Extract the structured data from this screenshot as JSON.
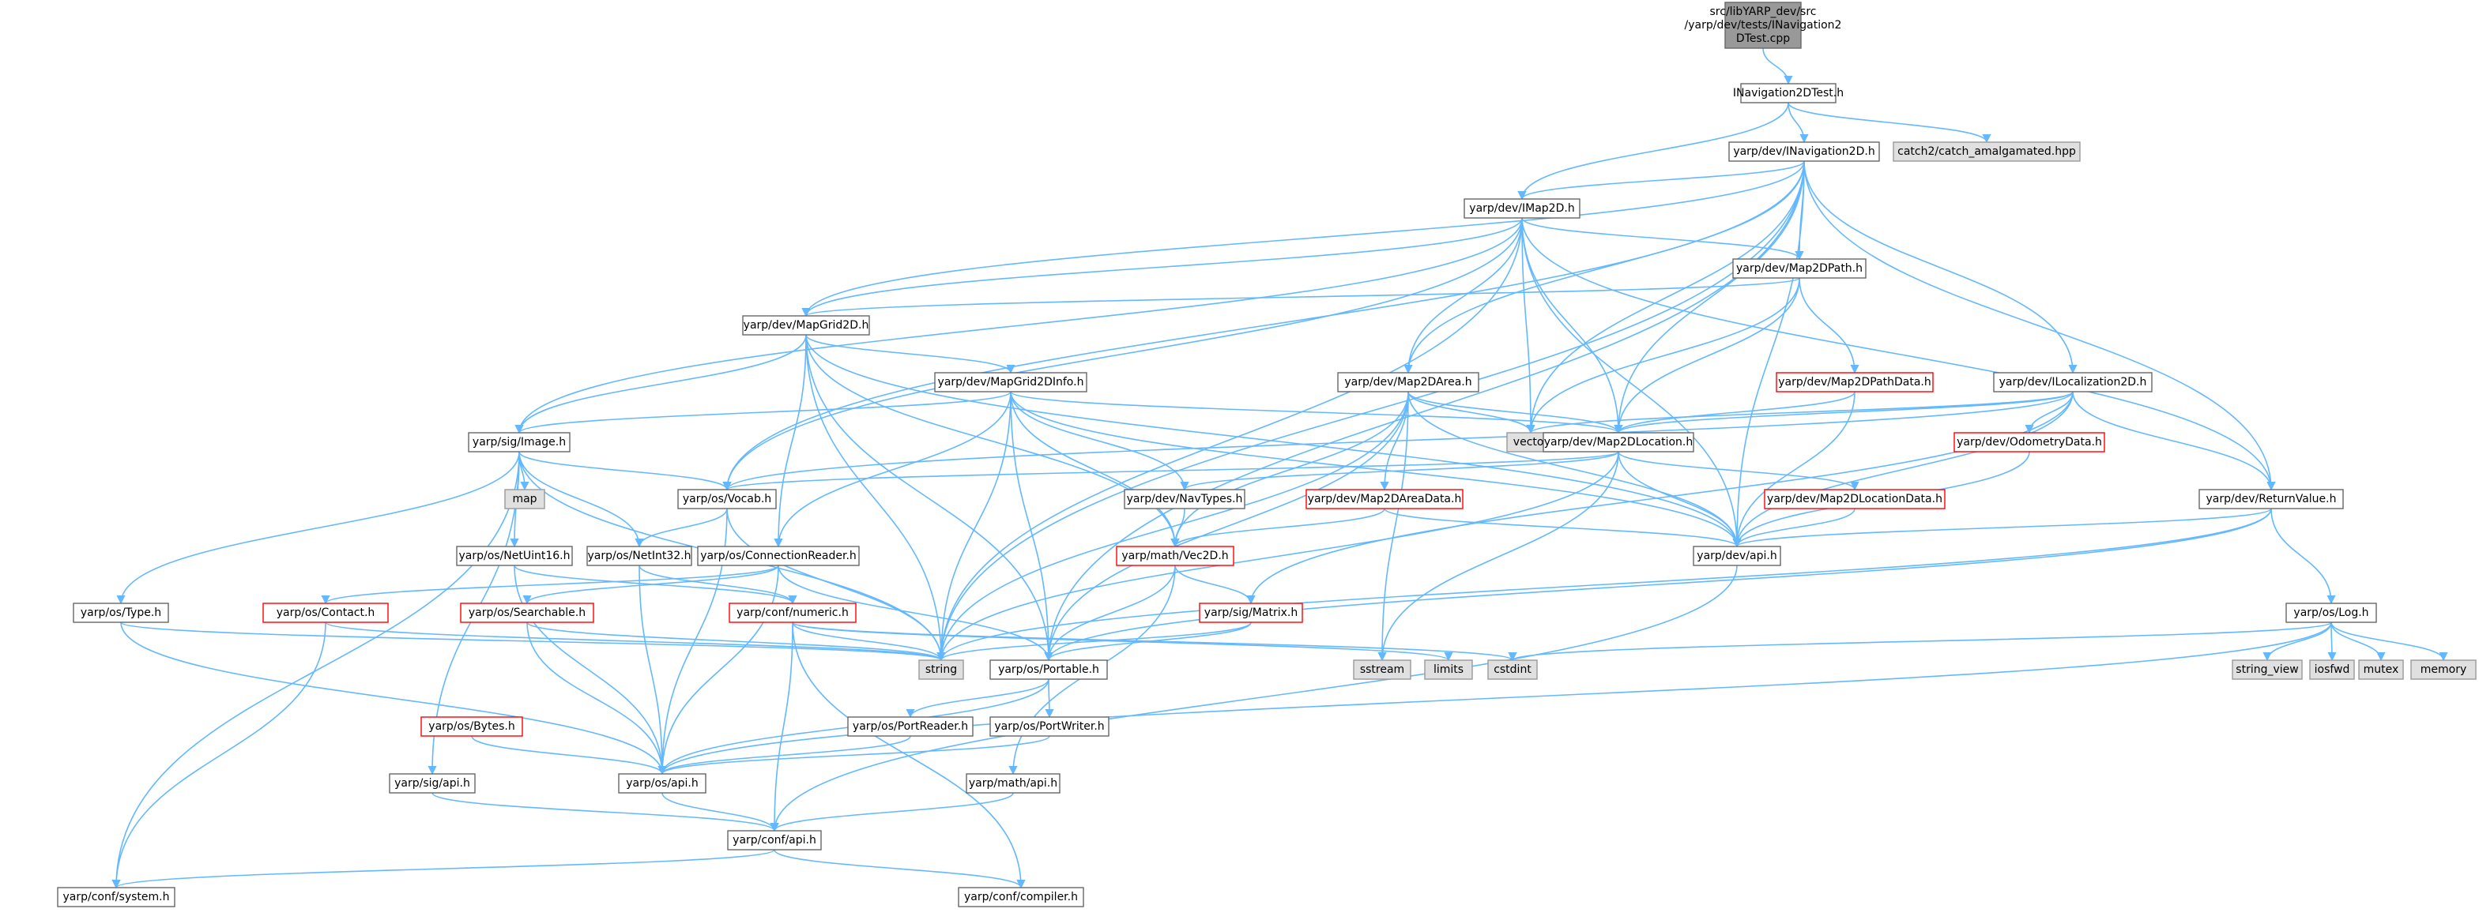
{
  "colors": {
    "edge": "#63b8ff",
    "root_fill": "#999999",
    "default_stroke": "#666666",
    "truncated_stroke": "#ff0000",
    "external_fill": "#e0e0e0",
    "external_stroke": "#999999"
  },
  "nodes": [
    {
      "id": "root",
      "lines": [
        "src/libYARP_dev/src",
        "/yarp/dev/tests/INavigation2",
        "DTest.cpp"
      ],
      "kind": "root"
    },
    {
      "id": "inav2dtest",
      "lines": [
        "INavigation2DTest.h"
      ],
      "kind": "normal"
    },
    {
      "id": "inav2d",
      "lines": [
        "yarp/dev/INavigation2D.h"
      ],
      "kind": "normal"
    },
    {
      "id": "catch2",
      "lines": [
        "catch2/catch_amalgamated.hpp"
      ],
      "kind": "external"
    },
    {
      "id": "imap2d",
      "lines": [
        "yarp/dev/IMap2D.h"
      ],
      "kind": "normal"
    },
    {
      "id": "map2dpath",
      "lines": [
        "yarp/dev/Map2DPath.h"
      ],
      "kind": "normal"
    },
    {
      "id": "mapgrid2d",
      "lines": [
        "yarp/dev/MapGrid2D.h"
      ],
      "kind": "normal"
    },
    {
      "id": "mapgrid2dinfo",
      "lines": [
        "yarp/dev/MapGrid2DInfo.h"
      ],
      "kind": "normal"
    },
    {
      "id": "map2darea",
      "lines": [
        "yarp/dev/Map2DArea.h"
      ],
      "kind": "normal"
    },
    {
      "id": "map2dpathdata",
      "lines": [
        "yarp/dev/Map2DPathData.h"
      ],
      "kind": "truncated"
    },
    {
      "id": "ilocalization2d",
      "lines": [
        "yarp/dev/ILocalization2D.h"
      ],
      "kind": "normal"
    },
    {
      "id": "image",
      "lines": [
        "yarp/sig/Image.h"
      ],
      "kind": "normal"
    },
    {
      "id": "vector",
      "lines": [
        "vector"
      ],
      "kind": "external"
    },
    {
      "id": "map2dlocation",
      "lines": [
        "yarp/dev/Map2DLocation.h"
      ],
      "kind": "normal"
    },
    {
      "id": "odometrydata",
      "lines": [
        "yarp/dev/OdometryData.h"
      ],
      "kind": "truncated"
    },
    {
      "id": "map",
      "lines": [
        "map"
      ],
      "kind": "external"
    },
    {
      "id": "vocab",
      "lines": [
        "yarp/os/Vocab.h"
      ],
      "kind": "normal"
    },
    {
      "id": "navtypes",
      "lines": [
        "yarp/dev/NavTypes.h"
      ],
      "kind": "normal"
    },
    {
      "id": "map2dareadata",
      "lines": [
        "yarp/dev/Map2DAreaData.h"
      ],
      "kind": "truncated"
    },
    {
      "id": "map2dlocationdata",
      "lines": [
        "yarp/dev/Map2DLocationData.h"
      ],
      "kind": "truncated"
    },
    {
      "id": "returnvalue",
      "lines": [
        "yarp/dev/ReturnValue.h"
      ],
      "kind": "normal"
    },
    {
      "id": "netuint16",
      "lines": [
        "yarp/os/NetUint16.h"
      ],
      "kind": "normal"
    },
    {
      "id": "netint32",
      "lines": [
        "yarp/os/NetInt32.h"
      ],
      "kind": "normal"
    },
    {
      "id": "connectionreader",
      "lines": [
        "yarp/os/ConnectionReader.h"
      ],
      "kind": "normal"
    },
    {
      "id": "vec2d",
      "lines": [
        "yarp/math/Vec2D.h"
      ],
      "kind": "truncated"
    },
    {
      "id": "devapi",
      "lines": [
        "yarp/dev/api.h"
      ],
      "kind": "normal"
    },
    {
      "id": "ostype",
      "lines": [
        "yarp/os/Type.h"
      ],
      "kind": "normal"
    },
    {
      "id": "contact",
      "lines": [
        "yarp/os/Contact.h"
      ],
      "kind": "truncated"
    },
    {
      "id": "searchable",
      "lines": [
        "yarp/os/Searchable.h"
      ],
      "kind": "truncated"
    },
    {
      "id": "numeric",
      "lines": [
        "yarp/conf/numeric.h"
      ],
      "kind": "truncated"
    },
    {
      "id": "matrix",
      "lines": [
        "yarp/sig/Matrix.h"
      ],
      "kind": "truncated"
    },
    {
      "id": "log",
      "lines": [
        "yarp/os/Log.h"
      ],
      "kind": "normal"
    },
    {
      "id": "string",
      "lines": [
        "string"
      ],
      "kind": "external"
    },
    {
      "id": "portable",
      "lines": [
        "yarp/os/Portable.h"
      ],
      "kind": "normal"
    },
    {
      "id": "sstream",
      "lines": [
        "sstream"
      ],
      "kind": "external"
    },
    {
      "id": "limits",
      "lines": [
        "limits"
      ],
      "kind": "external"
    },
    {
      "id": "cstdint",
      "lines": [
        "cstdint"
      ],
      "kind": "external"
    },
    {
      "id": "string_view",
      "lines": [
        "string_view"
      ],
      "kind": "external"
    },
    {
      "id": "iosfwd",
      "lines": [
        "iosfwd"
      ],
      "kind": "external"
    },
    {
      "id": "mutex",
      "lines": [
        "mutex"
      ],
      "kind": "external"
    },
    {
      "id": "memory",
      "lines": [
        "memory"
      ],
      "kind": "external"
    },
    {
      "id": "bytes",
      "lines": [
        "yarp/os/Bytes.h"
      ],
      "kind": "truncated"
    },
    {
      "id": "portreader",
      "lines": [
        "yarp/os/PortReader.h"
      ],
      "kind": "normal"
    },
    {
      "id": "portwriter",
      "lines": [
        "yarp/os/PortWriter.h"
      ],
      "kind": "normal"
    },
    {
      "id": "osapi",
      "lines": [
        "yarp/os/api.h"
      ],
      "kind": "normal"
    },
    {
      "id": "sigapi",
      "lines": [
        "yarp/sig/api.h"
      ],
      "kind": "normal"
    },
    {
      "id": "mathapi",
      "lines": [
        "yarp/math/api.h"
      ],
      "kind": "normal"
    },
    {
      "id": "confapi",
      "lines": [
        "yarp/conf/api.h"
      ],
      "kind": "normal"
    },
    {
      "id": "system",
      "lines": [
        "yarp/conf/system.h"
      ],
      "kind": "normal"
    },
    {
      "id": "compiler",
      "lines": [
        "yarp/conf/compiler.h"
      ],
      "kind": "normal"
    }
  ],
  "edges": [
    [
      "root",
      "inav2dtest"
    ],
    [
      "inav2dtest",
      "inav2d"
    ],
    [
      "inav2dtest",
      "catch2"
    ],
    [
      "inav2dtest",
      "imap2d"
    ],
    [
      "inav2d",
      "imap2d"
    ],
    [
      "inav2d",
      "map2dpath"
    ],
    [
      "inav2d",
      "mapgrid2d"
    ],
    [
      "inav2d",
      "map2darea"
    ],
    [
      "inav2d",
      "ilocalization2d"
    ],
    [
      "inav2d",
      "map2dlocation"
    ],
    [
      "inav2d",
      "vector"
    ],
    [
      "inav2d",
      "returnvalue"
    ],
    [
      "inav2d",
      "vocab"
    ],
    [
      "inav2d",
      "devapi"
    ],
    [
      "inav2d",
      "string"
    ],
    [
      "inav2d",
      "portable"
    ],
    [
      "imap2d",
      "map2dpath"
    ],
    [
      "imap2d",
      "mapgrid2d"
    ],
    [
      "imap2d",
      "map2darea"
    ],
    [
      "imap2d",
      "map2dlocation"
    ],
    [
      "imap2d",
      "image"
    ],
    [
      "imap2d",
      "vocab"
    ],
    [
      "imap2d",
      "vector"
    ],
    [
      "imap2d",
      "devapi"
    ],
    [
      "imap2d",
      "string"
    ],
    [
      "imap2d",
      "returnvalue"
    ],
    [
      "map2dpath",
      "mapgrid2d"
    ],
    [
      "map2dpath",
      "map2dlocation"
    ],
    [
      "map2dpath",
      "map2dpathdata"
    ],
    [
      "map2dpath",
      "vector"
    ],
    [
      "mapgrid2d",
      "mapgrid2dinfo"
    ],
    [
      "mapgrid2d",
      "image"
    ],
    [
      "mapgrid2d",
      "connectionreader"
    ],
    [
      "mapgrid2d",
      "string"
    ],
    [
      "mapgrid2d",
      "vec2d"
    ],
    [
      "mapgrid2d",
      "devapi"
    ],
    [
      "mapgrid2d",
      "portable"
    ],
    [
      "mapgrid2dinfo",
      "image"
    ],
    [
      "mapgrid2dinfo",
      "map2dlocation"
    ],
    [
      "mapgrid2dinfo",
      "navtypes"
    ],
    [
      "mapgrid2dinfo",
      "vec2d"
    ],
    [
      "mapgrid2dinfo",
      "connectionreader"
    ],
    [
      "mapgrid2dinfo",
      "string"
    ],
    [
      "mapgrid2dinfo",
      "devapi"
    ],
    [
      "mapgrid2dinfo",
      "portable"
    ],
    [
      "map2darea",
      "map2dlocation"
    ],
    [
      "map2darea",
      "map2dareadata"
    ],
    [
      "map2darea",
      "vec2d"
    ],
    [
      "map2darea",
      "vector"
    ],
    [
      "map2darea",
      "devapi"
    ],
    [
      "map2darea",
      "string"
    ],
    [
      "map2darea",
      "sstream"
    ],
    [
      "map2darea",
      "portable"
    ],
    [
      "map2dpathdata",
      "map2dlocation"
    ],
    [
      "map2dpathdata",
      "devapi"
    ],
    [
      "ilocalization2d",
      "map2dlocation"
    ],
    [
      "ilocalization2d",
      "odometrydata"
    ],
    [
      "ilocalization2d",
      "returnvalue"
    ],
    [
      "ilocalization2d",
      "vector"
    ],
    [
      "ilocalization2d",
      "devapi"
    ],
    [
      "ilocalization2d",
      "vocab"
    ],
    [
      "ilocalization2d",
      "matrix"
    ],
    [
      "image",
      "vocab"
    ],
    [
      "image",
      "map"
    ],
    [
      "image",
      "netuint16"
    ],
    [
      "image",
      "netint32"
    ],
    [
      "image",
      "ostype"
    ],
    [
      "image",
      "string"
    ],
    [
      "image",
      "system"
    ],
    [
      "image",
      "sigapi"
    ],
    [
      "map2dlocation",
      "navtypes"
    ],
    [
      "map2dlocation",
      "map2dlocationdata"
    ],
    [
      "map2dlocation",
      "devapi"
    ],
    [
      "map2dlocation",
      "string"
    ],
    [
      "map2dlocation",
      "sstream"
    ],
    [
      "map2dlocation",
      "vocab"
    ],
    [
      "odometrydata",
      "devapi"
    ],
    [
      "vocab",
      "netint32"
    ],
    [
      "vocab",
      "string"
    ],
    [
      "vocab",
      "osapi"
    ],
    [
      "navtypes",
      "vec2d"
    ],
    [
      "map2dareadata",
      "vec2d"
    ],
    [
      "map2dareadata",
      "devapi"
    ],
    [
      "map2dlocationdata",
      "devapi"
    ],
    [
      "returnvalue",
      "log"
    ],
    [
      "returnvalue",
      "devapi"
    ],
    [
      "returnvalue",
      "string"
    ],
    [
      "returnvalue",
      "portable"
    ],
    [
      "netuint16",
      "numeric"
    ],
    [
      "netuint16",
      "osapi"
    ],
    [
      "netint32",
      "numeric"
    ],
    [
      "netint32",
      "osapi"
    ],
    [
      "connectionreader",
      "contact"
    ],
    [
      "connectionreader",
      "searchable"
    ],
    [
      "connectionreader",
      "portable"
    ],
    [
      "connectionreader",
      "osapi"
    ],
    [
      "vec2d",
      "matrix"
    ],
    [
      "vec2d",
      "portable"
    ],
    [
      "vec2d",
      "mathapi"
    ],
    [
      "devapi",
      "confapi"
    ],
    [
      "ostype",
      "string"
    ],
    [
      "ostype",
      "osapi"
    ],
    [
      "contact",
      "string"
    ],
    [
      "contact",
      "system"
    ],
    [
      "searchable",
      "string"
    ],
    [
      "searchable",
      "osapi"
    ],
    [
      "numeric",
      "string"
    ],
    [
      "numeric",
      "limits"
    ],
    [
      "numeric",
      "cstdint"
    ],
    [
      "numeric",
      "confapi"
    ],
    [
      "numeric",
      "compiler"
    ],
    [
      "matrix",
      "portable"
    ],
    [
      "matrix",
      "string"
    ],
    [
      "log",
      "string_view"
    ],
    [
      "log",
      "iosfwd"
    ],
    [
      "log",
      "mutex"
    ],
    [
      "log",
      "memory"
    ],
    [
      "log",
      "cstdint"
    ],
    [
      "log",
      "osapi"
    ],
    [
      "portable",
      "portreader"
    ],
    [
      "portable",
      "portwriter"
    ],
    [
      "portable",
      "osapi"
    ],
    [
      "bytes",
      "osapi"
    ],
    [
      "portreader",
      "osapi"
    ],
    [
      "portwriter",
      "osapi"
    ],
    [
      "osapi",
      "confapi"
    ],
    [
      "sigapi",
      "confapi"
    ],
    [
      "mathapi",
      "confapi"
    ],
    [
      "confapi",
      "system"
    ],
    [
      "confapi",
      "compiler"
    ]
  ]
}
